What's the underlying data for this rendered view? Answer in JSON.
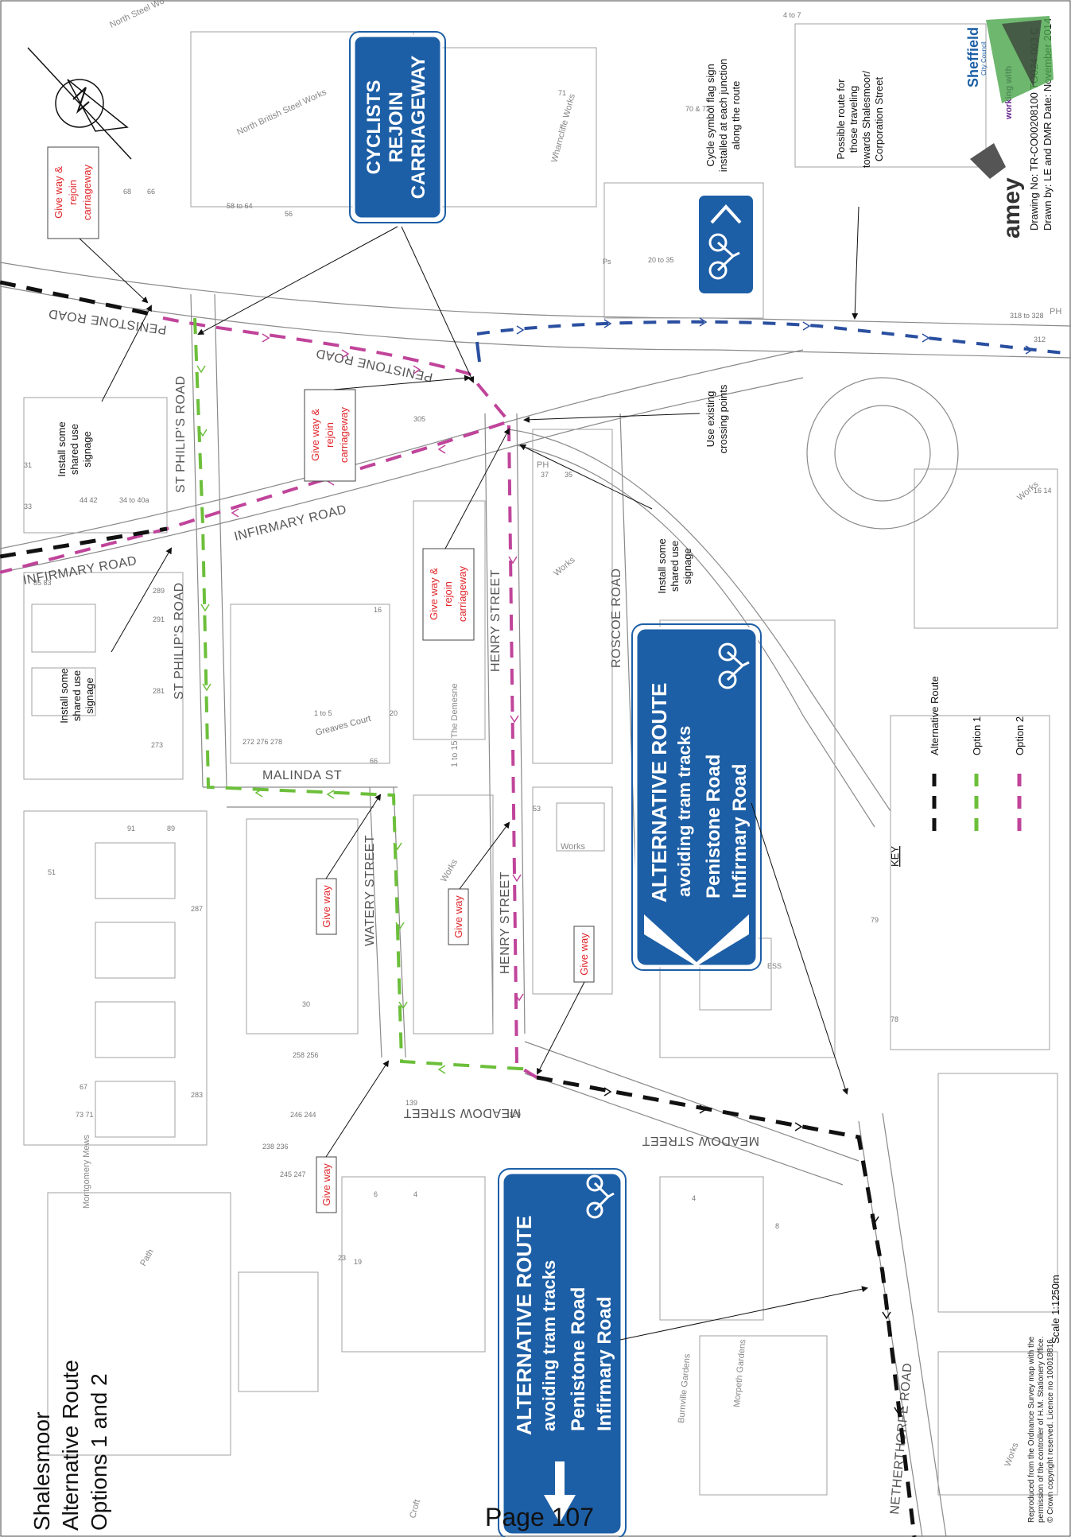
{
  "title": [
    "Shalesmoor",
    "Alternative Route",
    "Options 1 and 2"
  ],
  "page_label": "Page 107",
  "streets": {
    "penistone_road": "PENISTONE ROAD",
    "st_philips_road": "ST PHILIP'S ROAD",
    "infirmary_road": "INFIRMARY ROAD",
    "henry_street": "HENRY STREET",
    "roscoe_road": "ROSCOE ROAD",
    "malinda_st": "MALINDA ST",
    "watery_street": "WATERY STREET",
    "meadow_street": "MEADOW STREET",
    "netherthorpe_road": "NETHERTHORPE ROAD",
    "greaves_court": "Greaves Court"
  },
  "buildings": {
    "north_british_steel_works": "North British Steel Works",
    "north_steel_works": "North Steel Wo",
    "wharncliffe_works": "Wharncliffe Works",
    "works": "Works",
    "montgomery_mews": "Montgomery Mews",
    "burnville_gardens": "Burnville Gardens",
    "morpeth_gardens": "Morpeth Gardens",
    "the_demesne": "1 to 15 The Demesne",
    "ess": "ESS",
    "ph": "PH",
    "path": "Path",
    "croft": "Croft"
  },
  "annotations": {
    "give_way_rejoin": "Give way & rejoin carriageway",
    "give_way": "Give way",
    "install_signage": "Install some shared use signage",
    "use_crossing": "Use existing crossing points",
    "cycle_flag": "Cycle symbol flag sign installed at each junction along the route",
    "possible_route": "Possible route for those traveling towards Shalesmoor/ Corporation Street"
  },
  "signs": {
    "cyclists_rejoin": [
      "CYCLISTS",
      "REJOIN",
      "CARRIAGEWAY"
    ],
    "alt_route_line1": "ALTERNATIVE ROUTE",
    "alt_route_line2": "avoiding tram tracks",
    "alt_route_line3": "Penistone Road",
    "alt_route_line4": "Infirmary Road"
  },
  "key": {
    "heading": "KEY",
    "items": [
      {
        "label": "Alternative Route",
        "color": "#111111"
      },
      {
        "label": "Option 1",
        "color": "#6cbf3a"
      },
      {
        "label": "Option 2",
        "color": "#c0449a"
      }
    ]
  },
  "drawing_info": {
    "number": "Drawing No: TR-CO00208100 TO024-003 C",
    "drawn_by": "Drawn by: LE and DMR Date: November 2014",
    "scale": "Scale 1:1250m",
    "copyright": [
      "Reproduced from the Ordnance Survey map with the",
      "permission of the controller of H.M. Stationery Office.",
      "© Crown copyright reserved. Licence no 100018816."
    ]
  },
  "logos": {
    "sheffield": "Sheffield City Council",
    "amey": "amey",
    "working_with": "working with"
  },
  "colors": {
    "sign_blue": "#1d5fa6",
    "option1": "#6cbf3a",
    "option2": "#c0449a",
    "alt_route": "#111111",
    "existing_blue": "#2a4fa0",
    "annotation_red": "#e0262b"
  }
}
